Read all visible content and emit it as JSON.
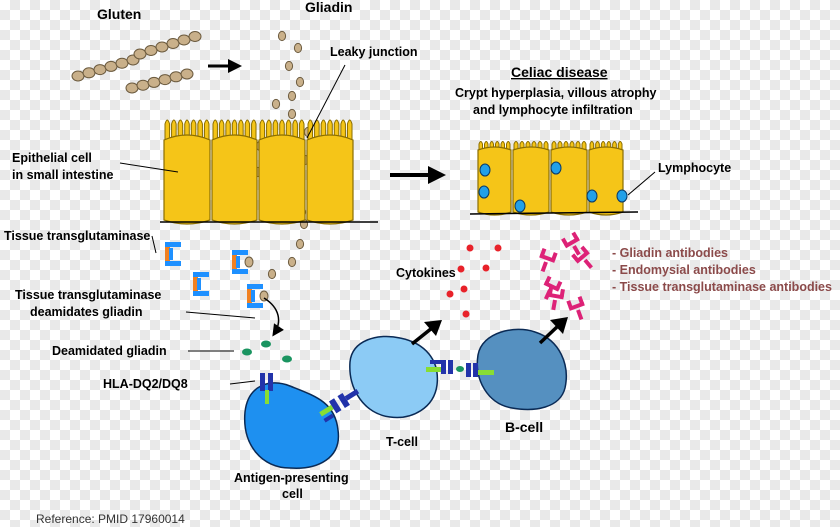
{
  "labels": {
    "gluten": "Gluten",
    "gliadin": "Gliadin",
    "leaky_junction": "Leaky junction",
    "epithelial_line1": "Epithelial cell",
    "epithelial_line2": "in small intestine",
    "tissue_transglutaminase": "Tissue transglutaminase",
    "ttg_deamidates_line1": "Tissue transglutaminase",
    "ttg_deamidates_line2": "deamidates gliadin",
    "deamidated_gliadin": "Deamidated gliadin",
    "hla": "HLA-DQ2/DQ8",
    "apc_line1": "Antigen-presenting",
    "apc_line2": "cell",
    "t_cell": "T-cell",
    "b_cell": "B-cell",
    "cytokines": "Cytokines",
    "celiac_title": "Celiac disease",
    "celiac_line1": "Crypt hyperplasia, villous atrophy",
    "celiac_line2": "and lymphocyte infiltration",
    "lymphocyte": "Lymphocyte"
  },
  "antibodies": [
    "- Gliadin antibodies",
    "- Endomysial antibodies",
    "- Tissue transglutaminase antibodies"
  ],
  "reference": "Reference: PMID 17960014",
  "colors": {
    "epithelium": "#f5c518",
    "epithelium_stroke": "#8a6d00",
    "gluten_bead": "#c9b08a",
    "bead_stroke": "#6b5a3e",
    "ttg_blue": "#1e90ff",
    "ttg_orange": "#f08020",
    "deamidated": "#1a9460",
    "apc": "#1e90f0",
    "t_cell": "#8ccbf5",
    "b_cell": "#5590c0",
    "hla_blue": "#2233aa",
    "hla_green": "#88dd33",
    "cytokine": "#e8222a",
    "antibody_pink": "#dd2277",
    "antibody_text": "#8b4a4a",
    "lymphocyte": "#22a0e8"
  },
  "icons": [
    "arrow-right-icon",
    "arrow-up-right-icon",
    "antibody-icon",
    "hla-receptor-icon"
  ]
}
